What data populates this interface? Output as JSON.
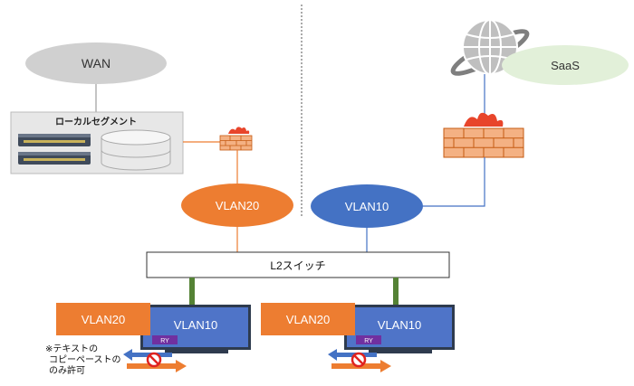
{
  "wan": {
    "label": "WAN"
  },
  "saas": {
    "label": "SaaS"
  },
  "local_segment": {
    "label": "ローカルセグメント"
  },
  "vlan20": {
    "label": "VLAN20"
  },
  "vlan10": {
    "label": "VLAN10"
  },
  "switch": {
    "label": "L2スイッチ"
  },
  "terminal_left": {
    "vlan20_label": "VLAN20",
    "vlan10_label": "VLAN10",
    "tag": "RY"
  },
  "terminal_right": {
    "vlan20_label": "VLAN20",
    "vlan10_label": "VLAN10",
    "tag": "RY"
  },
  "note": {
    "line1": "※テキストの",
    "line2": "コピーペーストの",
    "line3": "のみ許可"
  },
  "colors": {
    "orange": "#ED7D31",
    "blue": "#4472C4",
    "screen_blue": "#4F74C8",
    "green": "#548235",
    "gray_cloud": "#D0D0D0",
    "saas_green": "#E2F0D9",
    "firewall": "#F4B183",
    "firewall_dark": "#C55A11",
    "stop_red": "#E0231F",
    "purple": "#7030A0"
  }
}
